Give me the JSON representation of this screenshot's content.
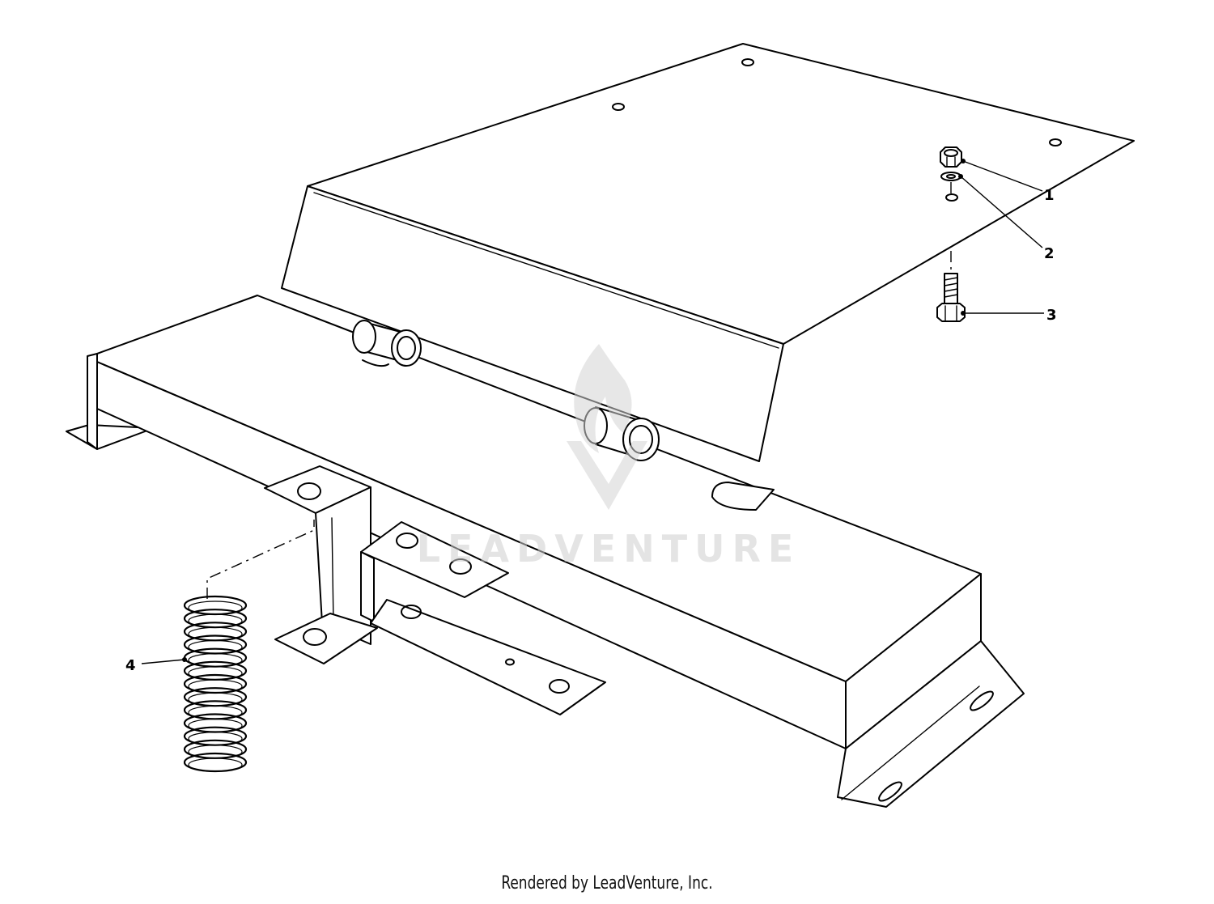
{
  "callouts": [
    {
      "label": "1"
    },
    {
      "label": "2"
    },
    {
      "label": "3"
    },
    {
      "label": "4"
    }
  ],
  "watermark": {
    "text": "LEADVENTURE"
  },
  "footer": {
    "text": "Rendered by LeadVenture, Inc."
  }
}
